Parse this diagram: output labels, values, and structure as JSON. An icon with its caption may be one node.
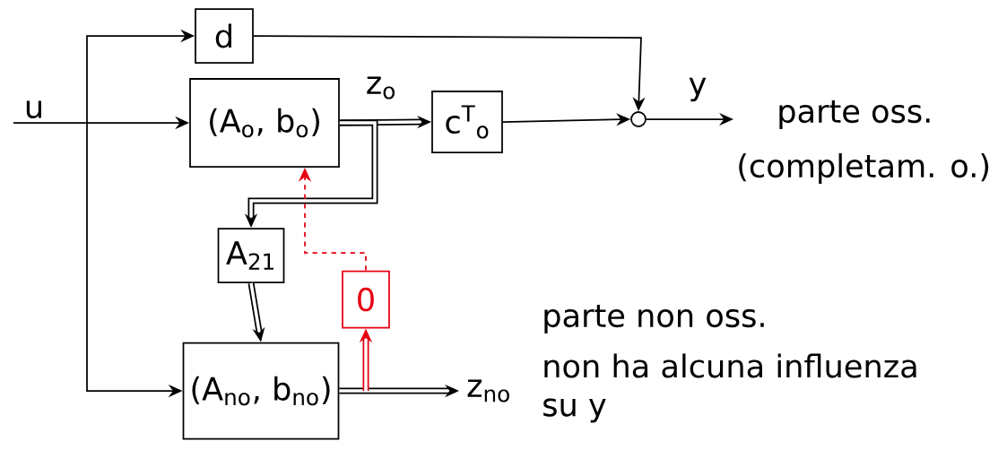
{
  "diagram": {
    "nodes": [
      {
        "text": [
          "d"
        ]
      },
      {
        "text": [
          "(A$_{o}$, b$_{o}$)"
        ]
      },
      {
        "text": [
          "c$^{T}$$_{o}$"
        ]
      },
      {
        "text": [],
        "shape": "circle"
      },
      {
        "text": [
          "A$_{21}$"
        ]
      },
      {
        "text": [
          "(A$_{no}$, b$_{no}$)"
        ]
      },
      {
        "text": [
          "0"
        ]
      }
    ],
    "edges": [
      {
        "from": null,
        "to": 1,
        "arrow": "to",
        "label": "u"
      },
      {
        "from": null,
        "to": 0,
        "arrow": "to"
      },
      {
        "from": null,
        "to": 5,
        "arrow": "to"
      },
      {
        "from": 0,
        "to": 3,
        "arrow": "to"
      },
      {
        "from": 1,
        "to": 2,
        "arrow": "to",
        "label": "z$_{o}$",
        "style": "thick"
      },
      {
        "from": 1,
        "to": 4,
        "arrow": "to",
        "style": "thick"
      },
      {
        "from": 2,
        "to": 3,
        "arrow": "to"
      },
      {
        "from": 3,
        "to": null,
        "arrow": "to",
        "label": "y"
      },
      {
        "from": 4,
        "to": 5,
        "arrow": "to",
        "style": "thick"
      },
      {
        "from": 5,
        "to": null,
        "arrow": "to",
        "label": "z$_{no}$",
        "style": "thick"
      },
      {
        "from": 6,
        "to": 1,
        "arrow": "to",
        "style": "dashed",
        "color": "#e60012"
      },
      {
        "from": null,
        "to": 6,
        "arrow": "to",
        "style": "thick",
        "color": "#e60012"
      }
    ],
    "labels": [
      "parte oss.",
      "(completam. o.)",
      "parte non oss.",
      "non ha alcuna influenza",
      "su y"
    ]
  }
}
